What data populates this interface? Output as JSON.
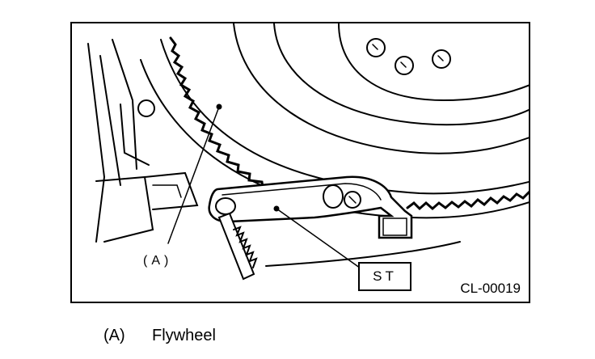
{
  "figure": {
    "label_a": "(A)",
    "special_tool_label": "ST",
    "figure_code": "CL-00019"
  },
  "legend": [
    {
      "key": "(A)",
      "text": "Flywheel"
    }
  ]
}
